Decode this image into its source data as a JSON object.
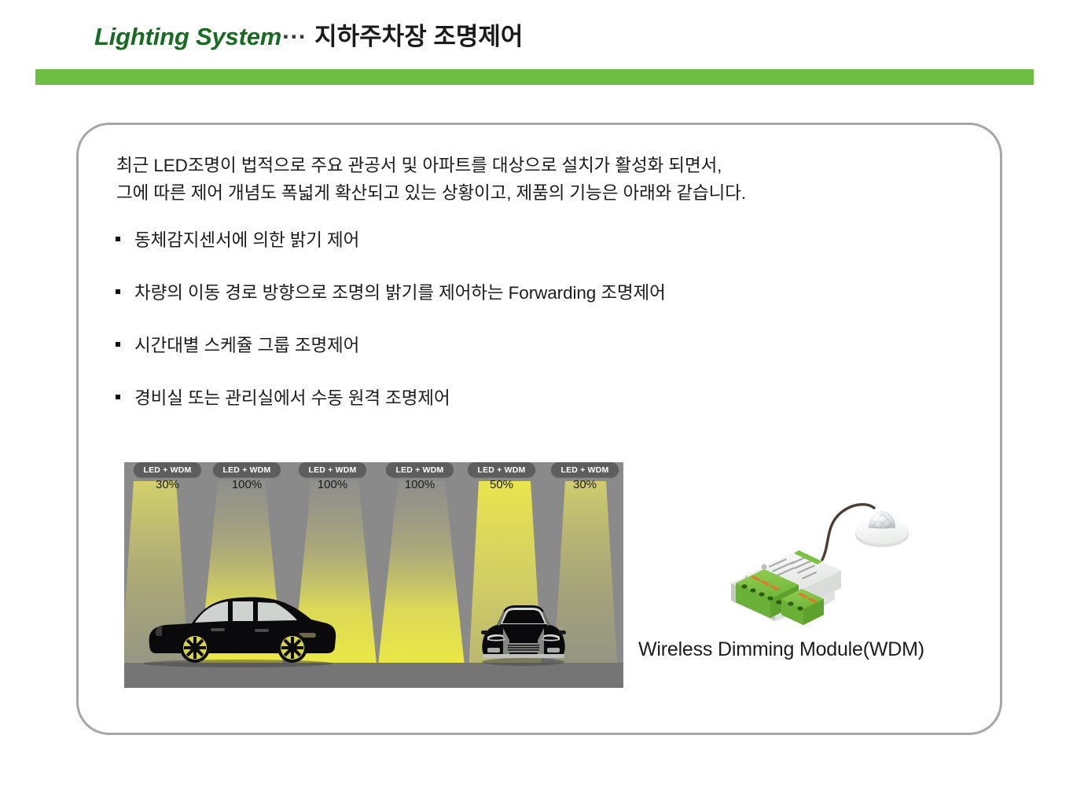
{
  "header": {
    "title_en": "Lighting System",
    "title_dots": "···",
    "title_ko": "지하주차장 조명제어",
    "accent_color": "#6FBE44",
    "title_en_color": "#176B22"
  },
  "body": {
    "intro": "최근 LED조명이 법적으로 주요 관공서 및 아파트를 대상으로  설치가 활성화 되면서,\n그에 따른 제어 개념도 폭넓게 확산되고 있는 상황이고, 제품의 기능은 아래와 같습니다.",
    "features": [
      {
        "label": "동체감지센서에 의한 밝기 제어"
      },
      {
        "label": "차량의 이동 경로 방향으로 조명의 밝기를 제어하는 Forwarding 조명제어"
      },
      {
        "label": "시간대별 스케쥴 그룹 조명제어"
      },
      {
        "label": "경비실 또는 관리실에서 수동 원격 조명제어"
      }
    ]
  },
  "illustration": {
    "name": "underground-parking-lighting-diagram",
    "background_color": "#8a8a8a",
    "floor_color": "#757575",
    "beam_color": "#ecea52",
    "lamps": [
      {
        "label": "LED + WDM",
        "percent": "30%"
      },
      {
        "label": "LED + WDM",
        "percent": "100%"
      },
      {
        "label": "LED + WDM",
        "percent": "100%"
      },
      {
        "label": "LED + WDM",
        "percent": "100%"
      },
      {
        "label": "LED + WDM",
        "percent": "50%"
      },
      {
        "label": "LED + WDM",
        "percent": "30%"
      }
    ]
  },
  "product": {
    "caption": "Wireless Dimming Module(WDM)",
    "module_color": "#f4f4f4",
    "terminal_color": "#7cc242"
  }
}
